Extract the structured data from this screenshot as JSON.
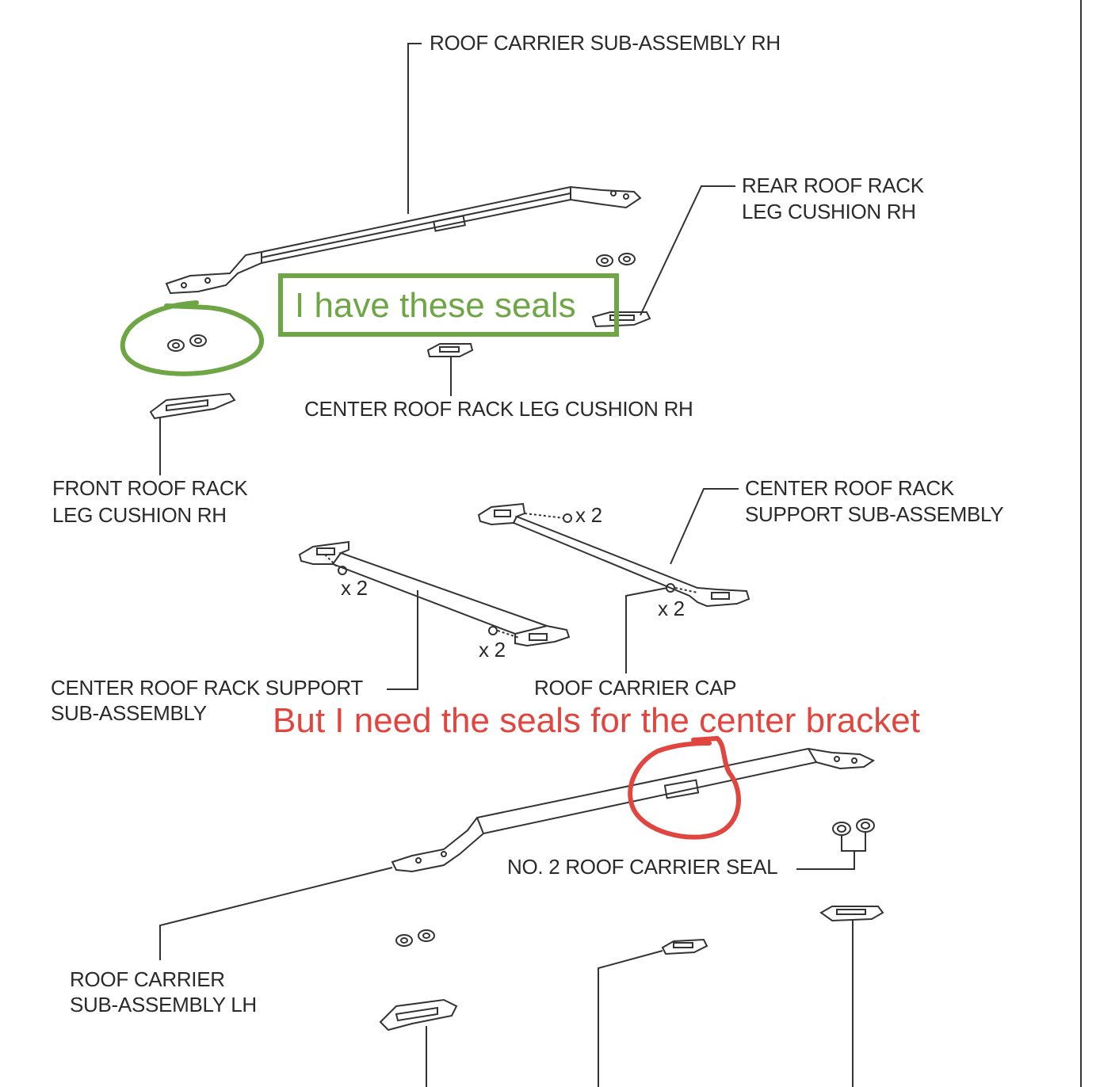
{
  "colors": {
    "line": "#333333",
    "annotation_green": "#6ea545",
    "annotation_red": "#e0453f",
    "background": "#ffffff"
  },
  "labels": {
    "roof_carrier_rh": "ROOF CARRIER SUB-ASSEMBLY RH",
    "rear_cushion_rh_1": "REAR ROOF RACK",
    "rear_cushion_rh_2": "LEG CUSHION RH",
    "center_cushion_rh": "CENTER ROOF RACK LEG CUSHION RH",
    "front_cushion_rh_1": "FRONT ROOF RACK",
    "front_cushion_rh_2": "LEG CUSHION RH",
    "center_support_right_1": "CENTER ROOF RACK",
    "center_support_right_2": "SUPPORT SUB-ASSEMBLY",
    "center_support_left_1": "CENTER ROOF RACK SUPPORT",
    "center_support_left_2": "SUB-ASSEMBLY",
    "roof_carrier_cap": "ROOF CARRIER CAP",
    "no2_seal": "NO. 2 ROOF CARRIER SEAL",
    "roof_carrier_lh_1": "ROOF CARRIER",
    "roof_carrier_lh_2": "SUB-ASSEMBLY LH",
    "qty_1": "x 2",
    "qty_2": "x 2",
    "qty_3": "x 2",
    "qty_4": "x 2"
  },
  "annotations": {
    "green_note": "I have these seals",
    "red_note": "But I need the seals for the center bracket"
  }
}
